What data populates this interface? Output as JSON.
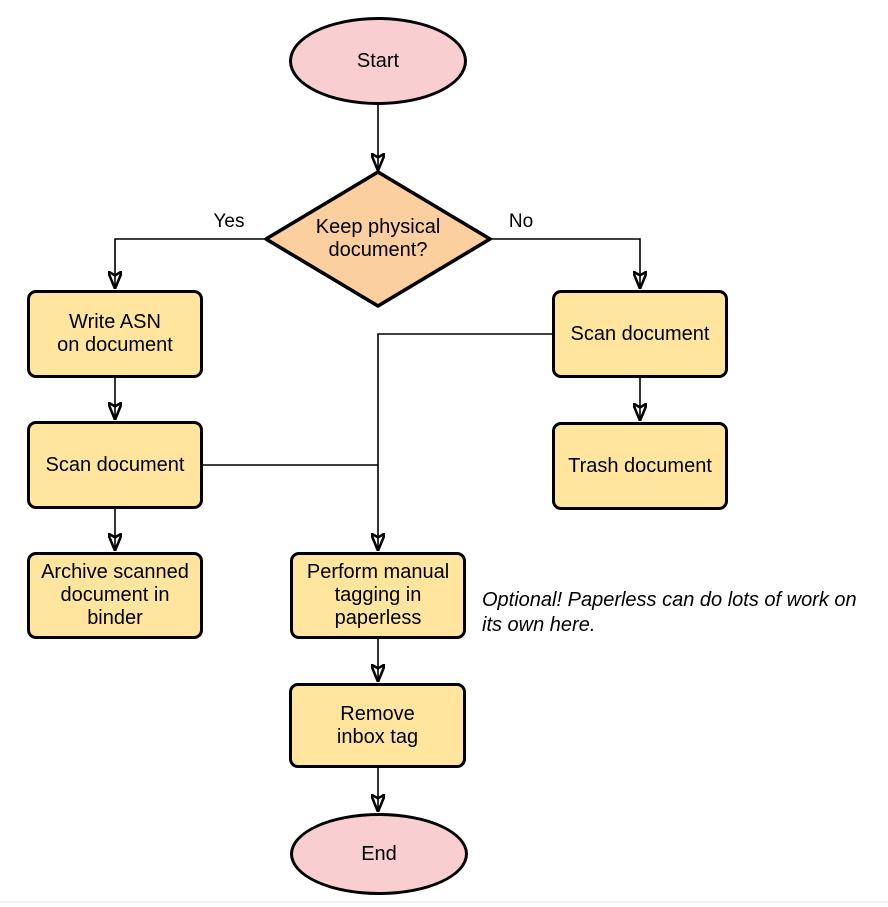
{
  "diagram": {
    "type": "flowchart",
    "background": "#ffffff",
    "colors": {
      "terminal_fill": "#f8ced0",
      "process_fill": "#ffe59e",
      "decision_fill": "#fbcf9e",
      "stroke": "#000000",
      "bottom_rule": "#f2f1ec"
    },
    "nodes": {
      "start": {
        "label": "Start",
        "shape": "ellipse"
      },
      "decision": {
        "label": "Keep physical\ndocument?",
        "shape": "diamond"
      },
      "write_asn": {
        "label": "Write ASN\non document",
        "shape": "rect"
      },
      "scan_left": {
        "label": "Scan document",
        "shape": "rect"
      },
      "archive": {
        "label": "Archive scanned\ndocument in\nbinder",
        "shape": "rect"
      },
      "scan_right": {
        "label": "Scan document",
        "shape": "rect"
      },
      "trash": {
        "label": "Trash document",
        "shape": "rect"
      },
      "tagging": {
        "label": "Perform manual\ntagging in\npaperless",
        "shape": "rect"
      },
      "remove_inbox": {
        "label": "Remove\ninbox tag",
        "shape": "rect"
      },
      "end": {
        "label": "End",
        "shape": "ellipse"
      }
    },
    "edge_labels": {
      "yes": "Yes",
      "no": "No"
    },
    "annotation": {
      "text": "Optional! Paperless can do lots of work on\nits own here."
    }
  }
}
